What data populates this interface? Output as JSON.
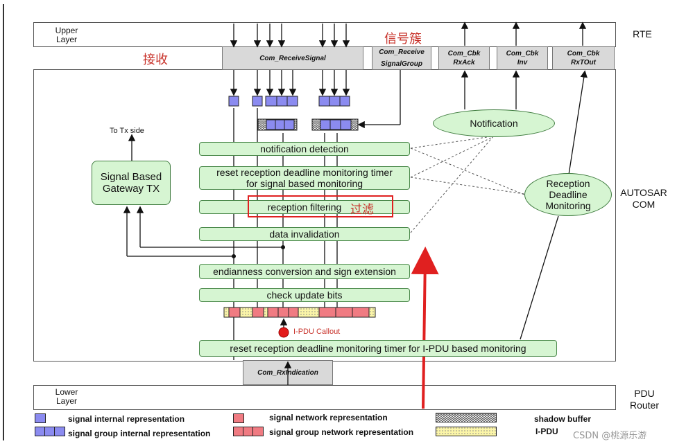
{
  "layers": {
    "upper": "Upper\nLayer",
    "rte": "RTE",
    "autosar_com": "AUTOSAR\nCOM",
    "lower": "Lower\nLayer",
    "pdu_router": "PDU\nRouter"
  },
  "apis": {
    "receive_signal": "Com_ReceiveSignal",
    "receive_signal_group": "Com_Receive\nSignalGroup",
    "cbk_rxack": "Com_Cbk\nRxAck",
    "cbk_inv": "Com_Cbk\nInv",
    "cbk_rxtout": "Com_Cbk\nRxTOut",
    "rx_indication": "Com_RxIndication"
  },
  "annotations": {
    "receive_cn": "接收",
    "signal_group_cn": "信号簇",
    "filter_cn": "过滤"
  },
  "steps": {
    "notification_detection": "notification detection",
    "reset_signal": "reset reception deadline monitoring timer\nfor signal based monitoring",
    "reception_filtering": "reception filtering",
    "data_invalidation": "data invalidation",
    "endianness": "endianness conversion and sign extension",
    "update_bits": "check update bits",
    "reset_ipdu": "reset reception deadline monitoring timer for I-PDU based monitoring"
  },
  "nodes": {
    "notification": "Notification",
    "reception_deadline": "Reception\nDeadline\nMonitoring",
    "gateway": "Signal Based\nGateway TX",
    "to_tx": "To Tx side",
    "ipdu_callout": "I-PDU Callout"
  },
  "legend": {
    "signal_internal": "signal internal representation",
    "signal_group_internal": "signal group internal representation",
    "signal_network": "signal network representation",
    "signal_group_network": "signal group network representation",
    "shadow_buffer": "shadow buffer",
    "ipdu": "I-PDU"
  },
  "watermark": "CSDN @桃源乐游",
  "colors": {
    "step_fill": "#d6f5d2",
    "signal_internal": "#8b8bf0",
    "signal_network": "#f07b82",
    "ipdu_fill": "#fbf5a8",
    "highlight": "#e02020"
  }
}
